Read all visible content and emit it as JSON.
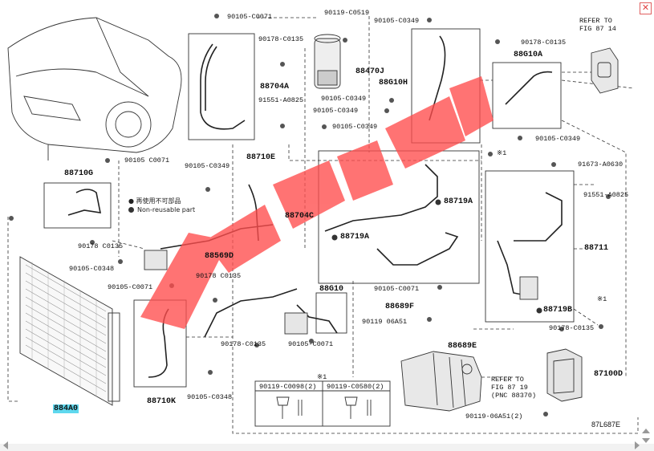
{
  "window": {
    "close_glyph": "✕"
  },
  "legend": {
    "line1": "● 再使用不可部品",
    "line2": "Non-reusable part"
  },
  "refer_top": {
    "line1": "REFER TO",
    "line2": "FIG 87 14"
  },
  "refer_bottom": {
    "line1": "REFER TO",
    "line2": "FIG 87 19",
    "line3": "(PNC 88370)"
  },
  "table": {
    "note": "※1",
    "col1": "90119-C0098(2)",
    "col2": "90119-C0580(2)"
  },
  "figure_code": "87L687E",
  "watermark_color": "#ff4d4d",
  "highlight_color": "#5fd8ee",
  "labels": {
    "p88460": "884A0",
    "p88710G": "88710G",
    "p88710K": "88710K",
    "p88704A": "88704A",
    "p88470J": "88470J",
    "p88G10H": "88G10H",
    "p88G10A": "88G10A",
    "p88710E": "88710E",
    "p88704C": "88704C",
    "p88719A_1": "88719A",
    "p88719A_2": "88719A",
    "p88711": "88711",
    "p88719B": "88719B",
    "p88569D": "88569D",
    "p88G10": "88G10",
    "p88689F": "88689F",
    "p88689E": "88689E",
    "p87100D": "87100D",
    "b90105_C0071_top": "90105-C0071",
    "b90119_C0519": "90119-C0519",
    "b90105_C0349_top": "90105-C0349",
    "b90178_C0135_a": "90178-C0135",
    "b91551_A0825_a": "91551-A0825",
    "b90105_C0349_a": "90105-C0349",
    "b90105_C0349_b": "90105-C0349",
    "b90105_C0349_c": "90105-C0349",
    "b90178_C0135_right": "90178-C0135",
    "b90105_C0349_right": "90105-C0349",
    "b90105_C0071_left": "90105 C0071",
    "b90105_C0349_d": "90105-C0349",
    "b90178_C0135_b": "90178 C0135",
    "b90105_C0348_a": "90105-C0348",
    "b90105_C0071_b": "90105-C0071",
    "b90178_C0135_c": "90178 C0135",
    "b90178_C0135_d": "90178-C0135",
    "b90105_C0071_c": "90105-C0071",
    "b90105_C0348_b": "90105-C0348",
    "b90105_C0071_d": "90105-C0071",
    "b90119_06A51": "90119 06A51",
    "b90119_06A51_2": "90119-06A51(2)",
    "b91673_A0630": "91673-A0630",
    "b91551_A0825_b": "91551-A0825",
    "b90178_C0135_e": "90178-C0135",
    "note_x1_a": "※1",
    "note_x1_b": "※1"
  }
}
